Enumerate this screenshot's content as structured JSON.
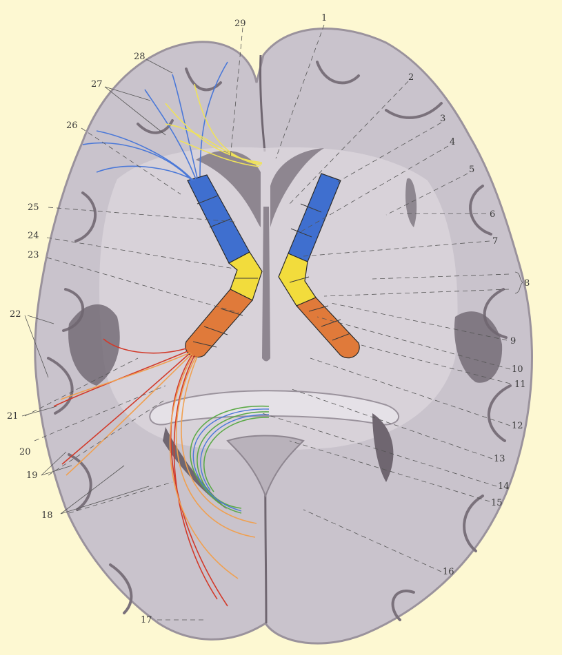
{
  "figure": {
    "labels": [
      "1",
      "2",
      "3",
      "4",
      "5",
      "6",
      "7",
      "8",
      "9",
      "10",
      "11",
      "12",
      "13",
      "14",
      "15",
      "16",
      "17",
      "18",
      "19",
      "20",
      "21",
      "22",
      "23",
      "24",
      "25",
      "26",
      "27",
      "28",
      "29"
    ]
  },
  "colors": {
    "background": "#fdf8d2",
    "brain_fill": "#c9c3cc",
    "brain_edge": "#9a929c",
    "sulcus": "#6f6670",
    "white_matter": "#dcd7de",
    "capsule_anterior": "#3f6fcf",
    "capsule_genu": "#f2dc3c",
    "capsule_posterior": "#e07a3a",
    "fibers_blue": "#4a78d8",
    "fibers_yellow": "#efe25a",
    "fibers_red": "#d23a2a",
    "fibers_orange": "#f0a050",
    "fibers_green": "#5caa48"
  }
}
